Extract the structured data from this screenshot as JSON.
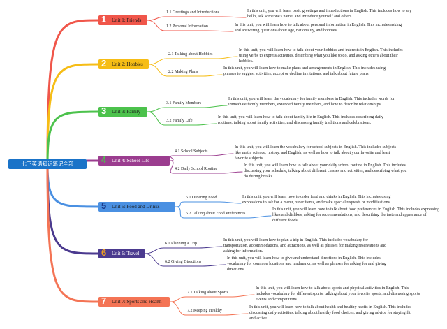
{
  "root": {
    "label": "七下英语知识笔记全部"
  },
  "units": [
    {
      "num": "1",
      "title": "Unit 1: Friends",
      "color": "#f0564a",
      "subs": [
        {
          "label": "1.1 Greetings and Introductions",
          "desc": "In this unit, you will learn basic greetings and introductions in English. This includes how to say hello, ask someone's name, and introduce yourself and others."
        },
        {
          "label": "1.2 Personal Information",
          "desc": "In this unit, you will learn how to talk about personal information in English. This includes asking and answering questions about age, nationality, and hobbies."
        }
      ]
    },
    {
      "num": "2",
      "title": "Unit 2: Hobbies",
      "color": "#f6bd16",
      "subs": [
        {
          "label": "2.1 Talking about Hobbies",
          "desc": "In this unit, you will learn how to talk about your hobbies and interests in English. This includes using verbs to express activities, describing what you like to do, and asking others about their hobbies."
        },
        {
          "label": "2.2 Making Plans",
          "desc": "In this unit, you will learn how to make plans and arrangements in English. This includes using phrases to suggest activities, accept or decline invitations, and talk about future plans."
        }
      ]
    },
    {
      "num": "3",
      "title": "Unit 3: Family",
      "color": "#4cc24c",
      "subs": [
        {
          "label": "3.1 Family Members",
          "desc": "In this unit, you will learn the vocabulary for family members in English. This includes words for immediate family members, extended family members, and how to describe relationships."
        },
        {
          "label": "3.2 Family Life",
          "desc": "In this unit, you will learn how to talk about family life in English. This includes describing daily routines, talking about family activities, and discussing family traditions and celebrations."
        }
      ]
    },
    {
      "num": "4",
      "title": "Unit 4: School Life",
      "color": "#9b3d8f",
      "subs": [
        {
          "label": "4.1 School Subjects",
          "desc": "In this unit, you will learn the vocabulary for school subjects in English. This includes subjects like math, science, history, and English, as well as how to talk about your favorite and least favorite subjects."
        },
        {
          "label": "4.2 Daily School Routine",
          "desc": "In this unit, you will learn how to talk about your daily school routine in English. This includes discussing your schedule, talking about different classes and activities, and describing what you do during breaks."
        }
      ]
    },
    {
      "num": "5",
      "title": "Unit 5: Food and Drinks",
      "color": "#4a90e2",
      "subs": [
        {
          "label": "5.1 Ordering Food",
          "desc": "In this unit, you will learn how to order food and drinks in English. This includes using expressions to ask for a menu, order items, and make special requests or modifications."
        },
        {
          "label": "5.2 Talking about Food Preferences",
          "desc": "In this unit, you will learn how to talk about food preferences in English. This includes expressing likes and dislikes, asking for recommendations, and describing the taste and appearance of different foods."
        }
      ]
    },
    {
      "num": "6",
      "title": "Unit 6: Travel",
      "color": "#4b3a8f",
      "subs": [
        {
          "label": "6.1 Planning a Trip",
          "desc": "In this unit, you will learn how to plan a trip in English. This includes vocabulary for transportation, accommodations, and attractions, as well as phrases for making reservations and asking for information."
        },
        {
          "label": "6.2 Giving Directions",
          "desc": "In this unit, you will learn how to give and understand directions in English. This includes vocabulary for common locations and landmarks, as well as phrases for asking for and giving directions."
        }
      ]
    },
    {
      "num": "7",
      "title": "Unit 7: Sports and Health",
      "color": "#f47455",
      "subs": [
        {
          "label": "7.1 Talking about Sports",
          "desc": "In this unit, you will learn how to talk about sports and physical activities in English. This includes vocabulary for different sports, talking about your favorite sports, and discussing sports events and competitions."
        },
        {
          "label": "7.2 Keeping Healthy",
          "desc": "In this unit, you will learn how to talk about health and healthy habits in English. This includes discussing daily activities, talking about healthy food choices, and giving advice for staying fit and active."
        }
      ]
    }
  ]
}
